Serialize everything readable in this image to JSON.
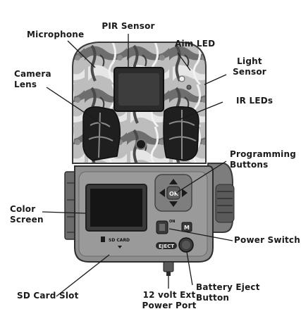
{
  "labels": {
    "pir_sensor": "PIR Sensor",
    "microphone": "Microphone",
    "aim_led": "Aim LED",
    "light_sensor": [
      "Light",
      "Sensor"
    ],
    "camera_lens": [
      "Camera",
      "Lens"
    ],
    "ir_leds": "IR LEDs",
    "programming_buttons": [
      "Programming",
      "Buttons"
    ],
    "color_screen": [
      "Color",
      "Screen"
    ],
    "power_switch": "Power Switch",
    "sd_card_slot": "SD Card Slot",
    "ext_power_port": [
      "12 volt Ext",
      "Power Port"
    ],
    "battery_eject_button": [
      "Battery Eject",
      "Button"
    ]
  },
  "device": {
    "sd_card_text": "SD CARD",
    "ok_text": "OK",
    "m_text": "M",
    "eject_text": "EJECT",
    "on_text": "ON"
  }
}
